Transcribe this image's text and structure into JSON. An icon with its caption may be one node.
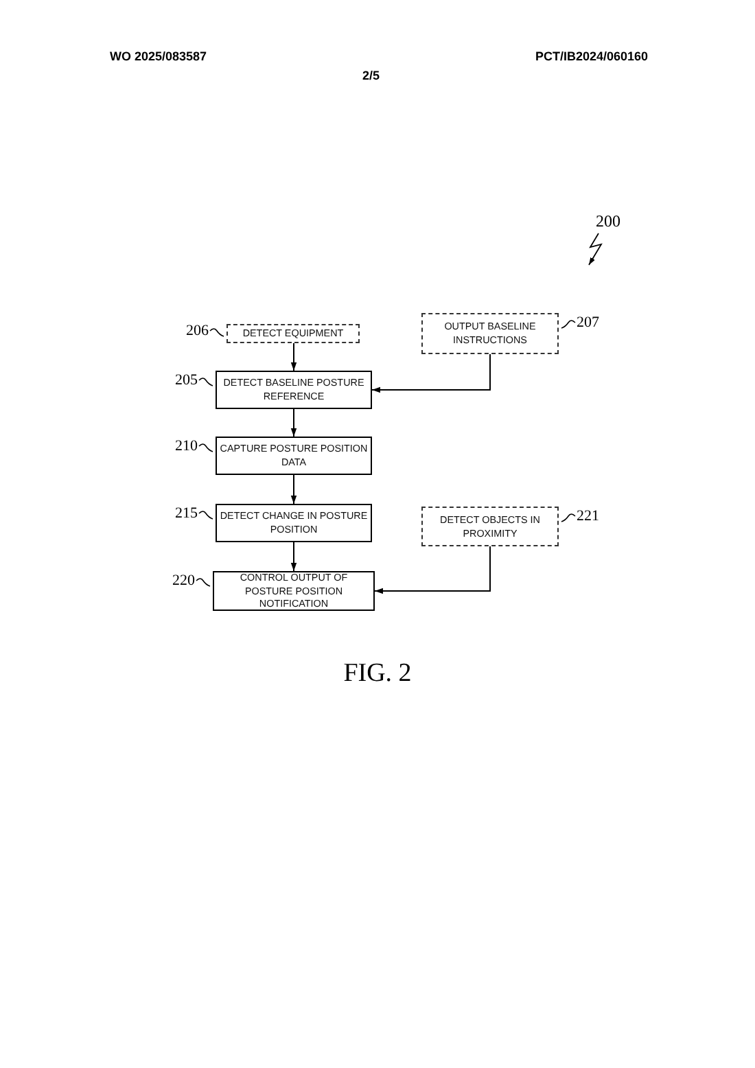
{
  "diagram": {
    "caption": "FIG. 2",
    "nodes": [
      {
        "text": [
          "DETECT EQUIPMENT"
        ],
        "beside": [
          "206"
        ]
      },
      {
        "text": [
          "OUTPUT BASELINE INSTRUCTIONS"
        ],
        "beside": [
          "207"
        ]
      },
      {
        "text": [
          "DETECT BASELINE POSTURE REFERENCE"
        ],
        "beside": [
          "205"
        ]
      },
      {
        "text": [
          "CAPTURE POSTURE POSITION DATA"
        ],
        "beside": [
          "210"
        ]
      },
      {
        "text": [
          "DETECT CHANGE IN POSTURE POSITION"
        ],
        "beside": [
          "215"
        ]
      },
      {
        "text": [
          "DETECT OBJECTS IN PROXIMITY"
        ],
        "beside": [
          "221"
        ]
      },
      {
        "text": [
          "CONTROL OUTPUT OF POSTURE POSITION NOTIFICATION"
        ],
        "beside": [
          "220"
        ]
      }
    ],
    "edges": [
      {
        "from": 0,
        "to": 2,
        "arrow": "to"
      },
      {
        "from": 1,
        "to": 2,
        "arrow": "to"
      },
      {
        "from": 2,
        "to": 3,
        "arrow": "to"
      },
      {
        "from": 3,
        "to": 4,
        "arrow": "to"
      },
      {
        "from": 4,
        "to": 6,
        "arrow": "to"
      },
      {
        "from": 5,
        "to": 6,
        "arrow": "to"
      }
    ],
    "labels": [
      "WO 2025/083587",
      "2/5",
      "PCT/IB2024/060160",
      "200"
    ]
  }
}
